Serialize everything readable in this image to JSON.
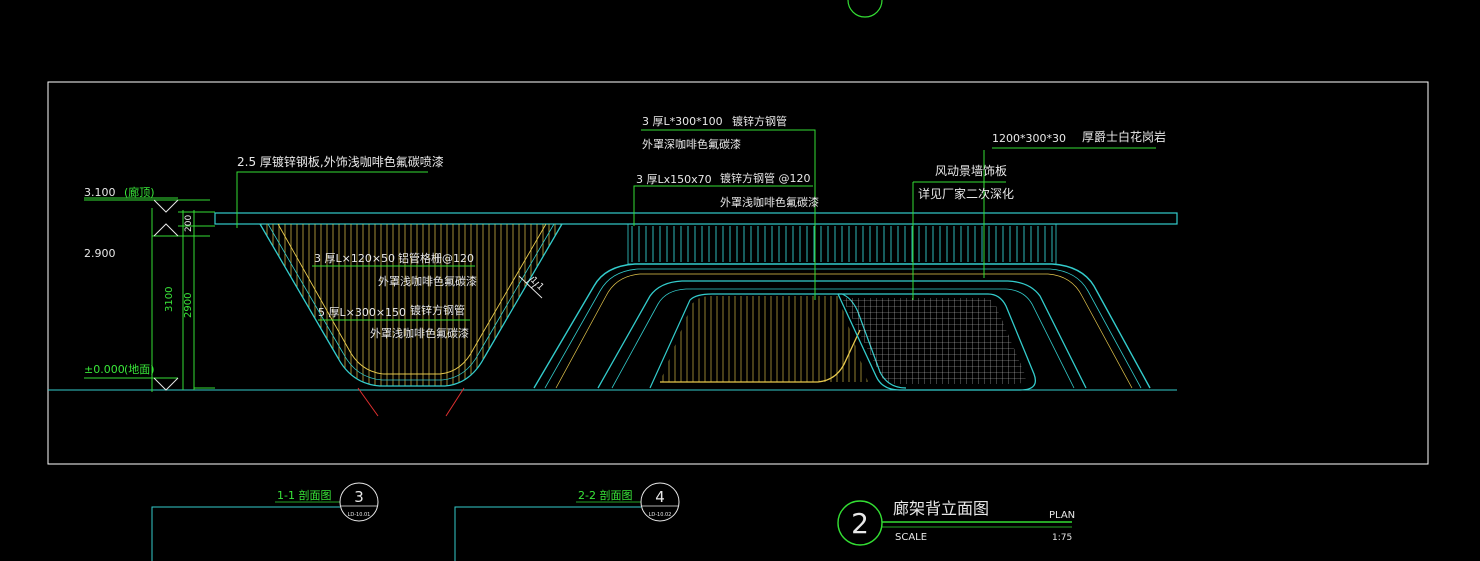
{
  "drawing": {
    "colors": {
      "background": "#000000",
      "frame": "#ffffff",
      "cyan": "#33cccc",
      "green": "#33dd33",
      "yellow": "#e6c84d",
      "red": "#e03030",
      "text": "#e8e8e8",
      "green_text": "#39e639"
    },
    "levels": {
      "top": "3.100",
      "top_note": "(廊顶)",
      "mid": "2.900",
      "ground": "±0.000",
      "ground_note": "(地面)"
    },
    "dimensions": {
      "d200": "200",
      "d3100": "3100",
      "d2900": "2900"
    },
    "annotations": {
      "roof_plate": "2.5  厚镀锌钢板,外饰浅咖啡色氟碳喷漆",
      "pipe120_spec": "3  厚L×120×50",
      "pipe120_name": "铝管格栅@120",
      "pipe120_finish": "外罩浅咖啡色氟碳漆",
      "pipe300_spec": "5  厚L×300×150",
      "pipe300_name": "镀锌方钢管",
      "pipe300_finish": "外罩浅咖啡色氟碳漆",
      "slope_label": "1:1",
      "top_pipe_spec": "3  厚L*300*100",
      "top_pipe_name": "镀锌方钢管",
      "top_pipe_finish": "外罩深咖啡色氟碳漆",
      "mid_pipe_spec": "3  厚Lx150x70",
      "mid_pipe_name": "镀锌方钢管  @120",
      "mid_pipe_finish": "外罩浅咖啡色氟碳漆",
      "stone_size": "1200*300*30",
      "stone_name": "厚爵士白花岗岩",
      "wind_panel": "风动景墙饰板",
      "wind_note": "详见厂家二次深化"
    },
    "section_1": {
      "label": "1-1  剖面图",
      "number": "3",
      "ref": "LD-10.01"
    },
    "section_2": {
      "label": "2-2  剖面图",
      "number": "4",
      "ref": "LD-10.02"
    },
    "title_block": {
      "number": "2",
      "title": "廊架背立面图",
      "plan": "PLAN",
      "scale_label": "SCALE",
      "scale_value": "1:75"
    }
  }
}
